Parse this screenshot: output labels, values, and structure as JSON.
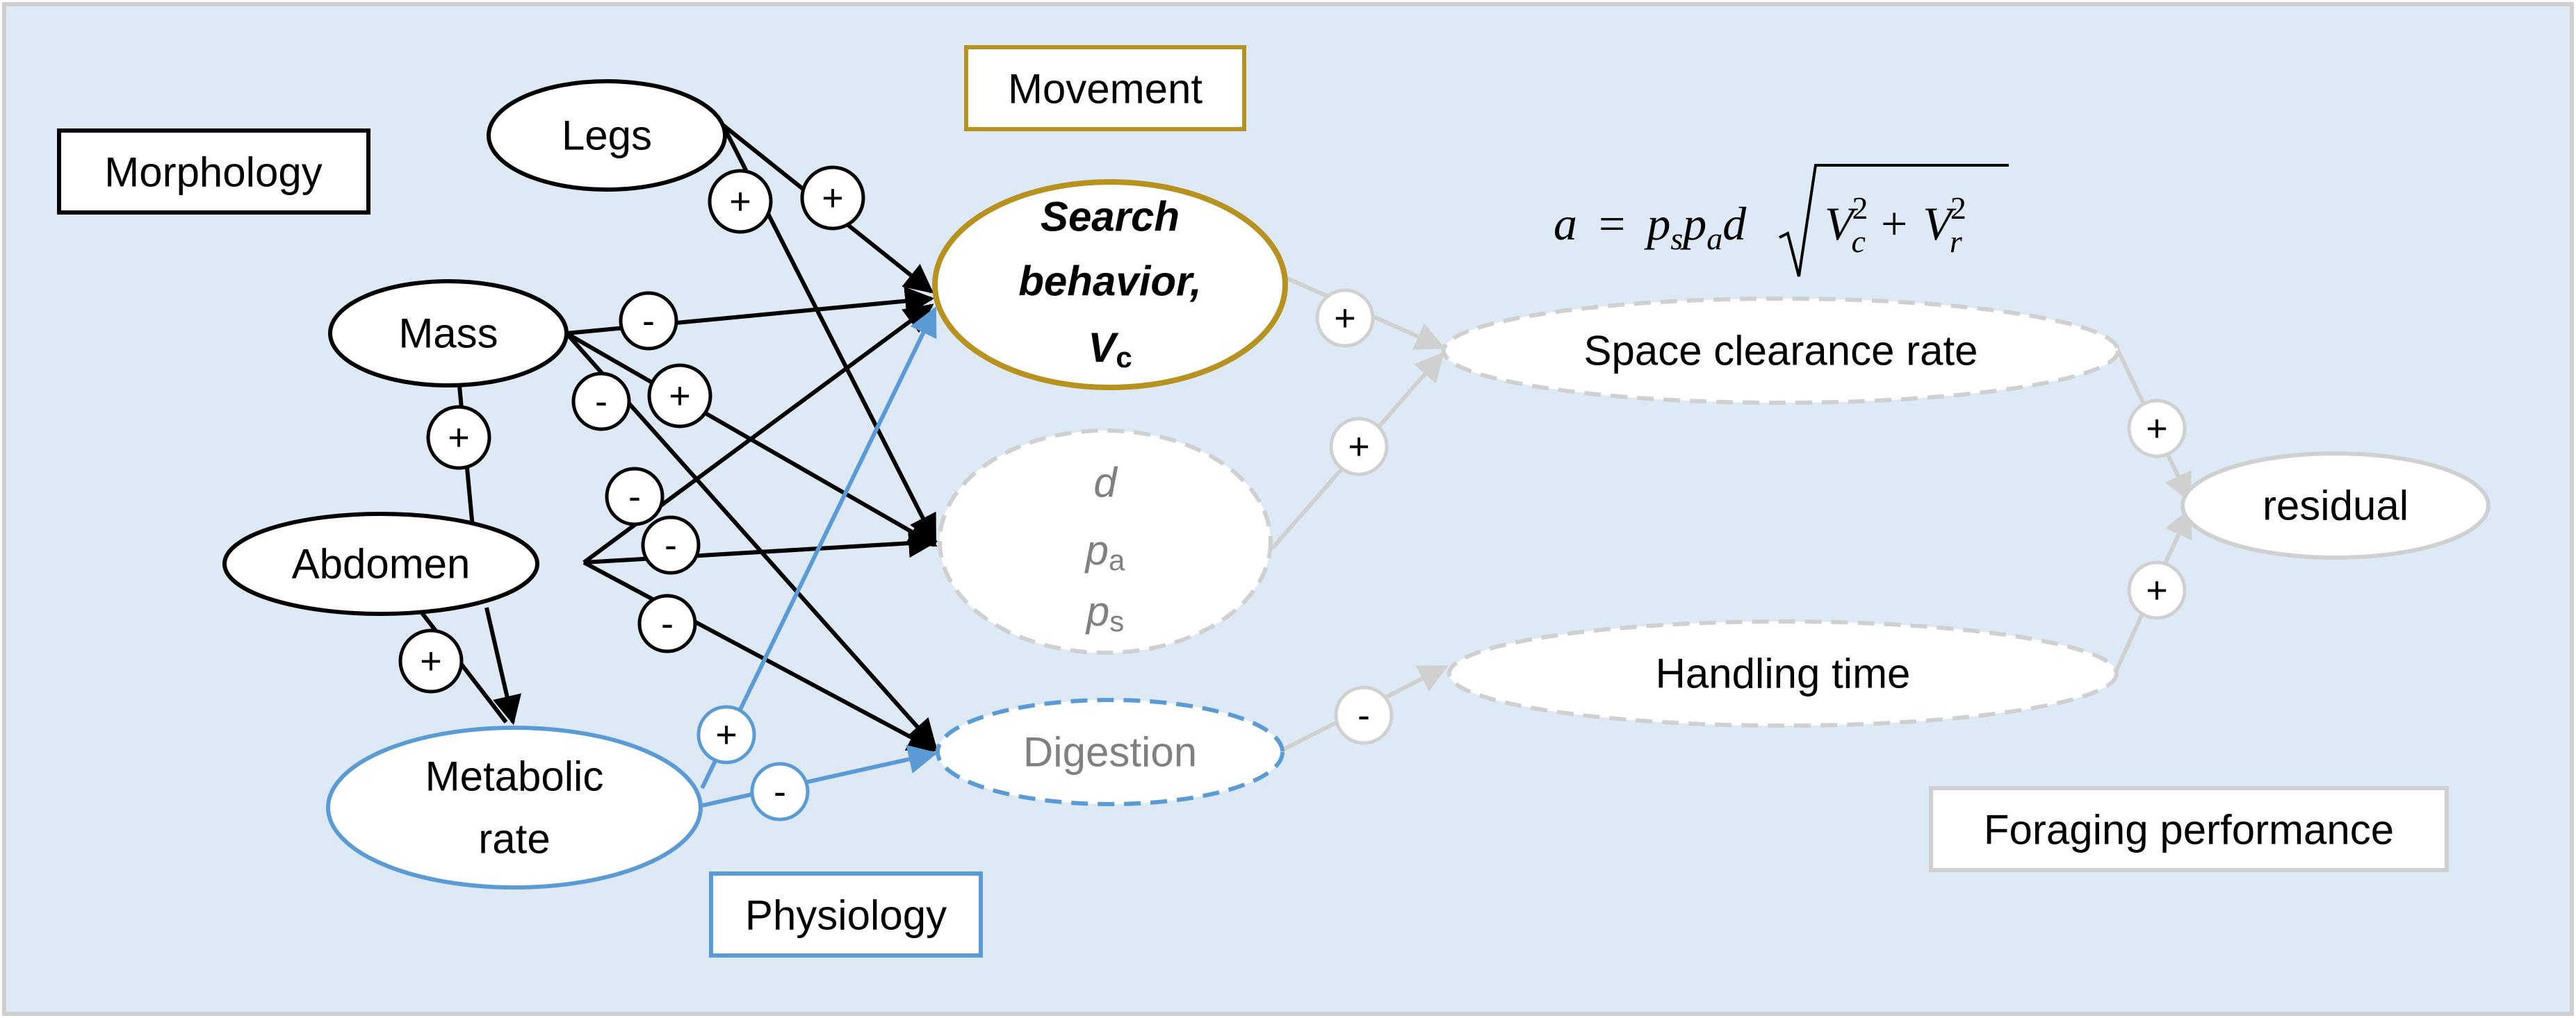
{
  "colors": {
    "background": "#dde9f5",
    "black": "#000000",
    "movement": "#b8921f",
    "physiology": "#5b9bd5",
    "gray": "#d0d0d0",
    "gray_text": "#808080"
  },
  "groups": {
    "morphology": "Morphology",
    "movement": "Movement",
    "physiology": "Physiology",
    "foraging": "Foraging performance"
  },
  "nodes": {
    "legs": "Legs",
    "mass": "Mass",
    "abdomen": "Abdomen",
    "metabolic_line1": "Metabolic",
    "metabolic_line2": "rate",
    "search_line1": "Search",
    "search_line2": "behavior,",
    "search_v": "V",
    "search_v_sub": "c",
    "param_d": "d",
    "param_p": "p",
    "param_a_sub": "a",
    "param_s_sub": "s",
    "digestion": "Digestion",
    "space_clearance": "Space clearance rate",
    "handling_time": "Handling time",
    "residual": "residual"
  },
  "equation": {
    "lhs": "a",
    "eq": "=",
    "p": "p",
    "sub_s": "s",
    "sub_a": "a",
    "d": "d",
    "V": "V",
    "sub_c": "c",
    "sub_r": "r",
    "sup": "2",
    "plus": "+"
  },
  "signs": {
    "plus": "+",
    "minus": "-"
  },
  "edges": [
    {
      "from": "legs",
      "to": "search",
      "sign": "+",
      "style": "black"
    },
    {
      "from": "legs",
      "to": "params",
      "sign": "+",
      "style": "black"
    },
    {
      "from": "mass",
      "to": "search",
      "sign": "-",
      "style": "black"
    },
    {
      "from": "mass",
      "to": "params",
      "sign": "+",
      "style": "black"
    },
    {
      "from": "mass",
      "to": "digestion",
      "sign": "-",
      "style": "black"
    },
    {
      "from": "mass",
      "to": "abdomen",
      "sign": "+",
      "style": "black"
    },
    {
      "from": "abdomen",
      "to": "search",
      "sign": "-",
      "style": "black"
    },
    {
      "from": "abdomen",
      "to": "params",
      "sign": "-",
      "style": "black"
    },
    {
      "from": "abdomen",
      "to": "digestion",
      "sign": "-",
      "style": "black"
    },
    {
      "from": "abdomen",
      "to": "metabolic",
      "sign": "+",
      "style": "black"
    },
    {
      "from": "metabolic",
      "to": "search",
      "sign": "+",
      "style": "blue"
    },
    {
      "from": "metabolic",
      "to": "digestion",
      "sign": "-",
      "style": "blue"
    },
    {
      "from": "search",
      "to": "space_clearance",
      "sign": "+",
      "style": "gray"
    },
    {
      "from": "params",
      "to": "space_clearance",
      "sign": "+",
      "style": "gray"
    },
    {
      "from": "digestion",
      "to": "handling_time",
      "sign": "-",
      "style": "gray"
    },
    {
      "from": "space_clearance",
      "to": "residual",
      "sign": "+",
      "style": "gray"
    },
    {
      "from": "handling_time",
      "to": "residual",
      "sign": "+",
      "style": "gray"
    }
  ]
}
